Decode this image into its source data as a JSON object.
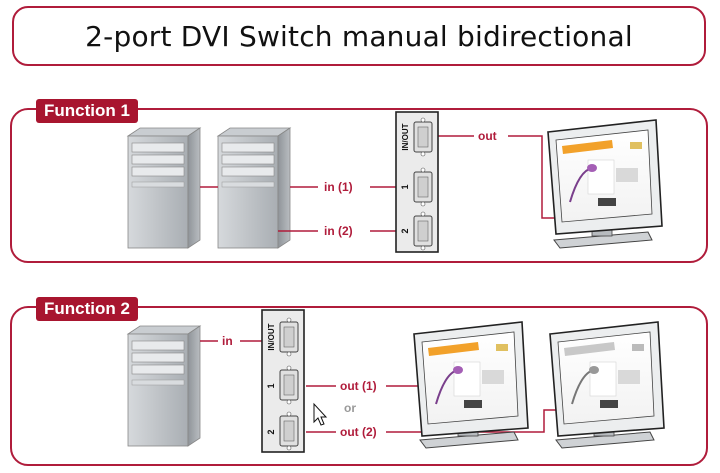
{
  "title": "2-port DVI Switch manual bidirectional",
  "function1": {
    "tab": "Function 1",
    "switch_labels": {
      "common": "IN/OUT",
      "port1": "1",
      "port2": "2"
    },
    "connections": {
      "out": "out",
      "in1": "in (1)",
      "in2": "in (2)"
    }
  },
  "function2": {
    "tab": "Function 2",
    "switch_labels": {
      "common": "IN/OUT",
      "port1": "1",
      "port2": "2"
    },
    "connections": {
      "in": "in",
      "out1": "out (1)",
      "or": "or",
      "out2": "out (2)"
    }
  },
  "colors": {
    "accent": "#b01c3b",
    "tab_bg": "#a8152f",
    "pc_body": "#b8bcc0",
    "switch_body": "#ebebeb"
  },
  "icons": [
    "pc-tower-icon",
    "dvi-switch-icon",
    "monitor-icon",
    "dvi-port-icon",
    "mouse-cursor-icon"
  ]
}
